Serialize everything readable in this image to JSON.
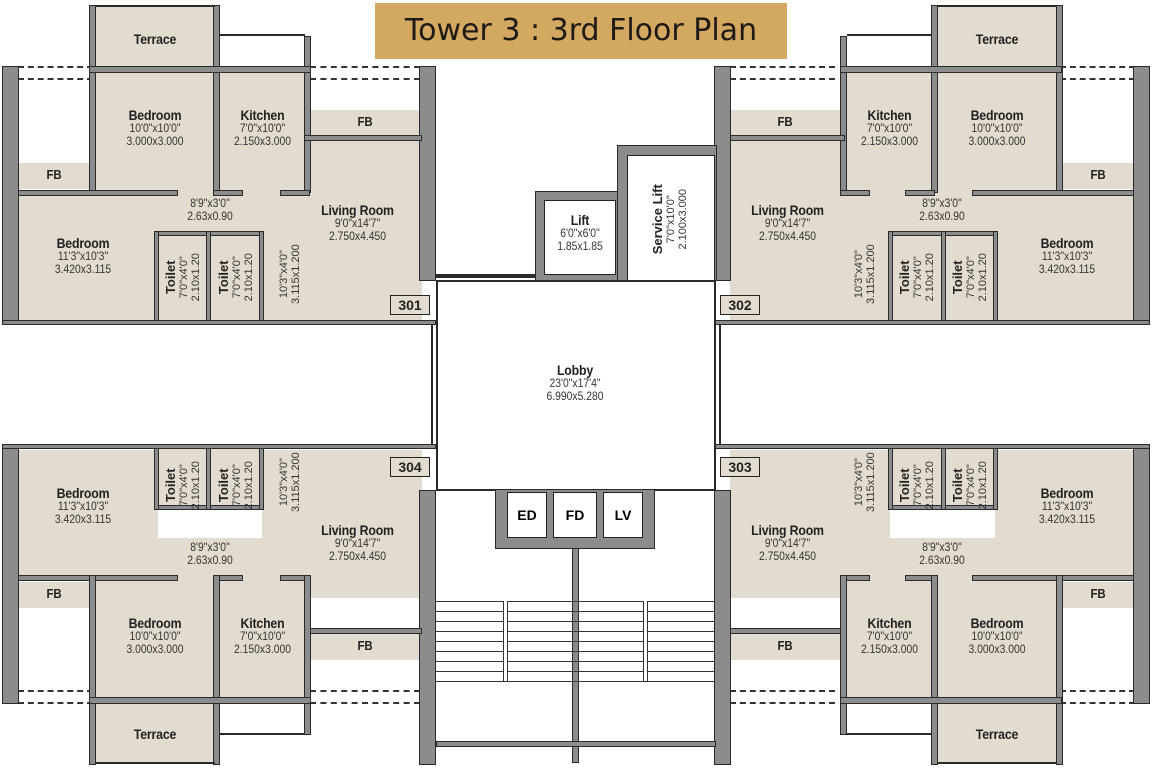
{
  "title": "Tower 3 : 3rd Floor Plan",
  "colors": {
    "title_bg": "#d3a860",
    "room_fill": "#e3dbcd",
    "wall": "#8c8c8c",
    "line": "#2a2a2a"
  },
  "units": {
    "u301": {
      "number": "301",
      "terrace": "Terrace",
      "bedroom1": {
        "name": "Bedroom",
        "imperial": "10'0\"x10'0\"",
        "metric": "3.000x3.000"
      },
      "kitchen": {
        "name": "Kitchen",
        "imperial": "7'0\"x10'0\"",
        "metric": "2.150x3.000"
      },
      "fb1": "FB",
      "fb2": "FB",
      "passage": {
        "imperial": "8'9\"x3'0\"",
        "metric": "2.63x0.90"
      },
      "bedroom2": {
        "name": "Bedroom",
        "imperial": "11'3\"x10'3\"",
        "metric": "3.420x3.115"
      },
      "toilet1": {
        "name": "Toilet",
        "imperial": "7'0\"x4'0\"",
        "metric": "2.10x1.20"
      },
      "toilet2": {
        "name": "Toilet",
        "imperial": "7'0\"x4'0\"",
        "metric": "2.10x1.20"
      },
      "dry": {
        "imperial": "10'3\"x4'0\"",
        "metric": "3.115x1.200"
      },
      "living": {
        "name": "Living Room",
        "imperial": "9'0\"x14'7\"",
        "metric": "2.750x4.450"
      }
    },
    "u302": {
      "number": "302",
      "terrace": "Terrace",
      "bedroom1": {
        "name": "Bedroom",
        "imperial": "10'0\"x10'0\"",
        "metric": "3.000x3.000"
      },
      "kitchen": {
        "name": "Kitchen",
        "imperial": "7'0\"x10'0\"",
        "metric": "2.150x3.000"
      },
      "fb1": "FB",
      "fb2": "FB",
      "passage": {
        "imperial": "8'9\"x3'0\"",
        "metric": "2.63x0.90"
      },
      "bedroom2": {
        "name": "Bedroom",
        "imperial": "11'3\"x10'3\"",
        "metric": "3.420x3.115"
      },
      "toilet1": {
        "name": "Toilet",
        "imperial": "7'0\"x4'0\"",
        "metric": "2.10x1.20"
      },
      "toilet2": {
        "name": "Toilet",
        "imperial": "7'0\"x4'0\"",
        "metric": "2.10x1.20"
      },
      "dry": {
        "imperial": "10'3\"x4'0\"",
        "metric": "3.115x1.200"
      },
      "living": {
        "name": "Living Room",
        "imperial": "9'0\"x14'7\"",
        "metric": "2.750x4.450"
      }
    },
    "u303": {
      "number": "303",
      "terrace": "Terrace",
      "bedroom1": {
        "name": "Bedroom",
        "imperial": "10'0\"x10'0\"",
        "metric": "3.000x3.000"
      },
      "kitchen": {
        "name": "Kitchen",
        "imperial": "7'0\"x10'0\"",
        "metric": "2.150x3.000"
      },
      "fb1": "FB",
      "fb2": "FB",
      "passage": {
        "imperial": "8'9\"x3'0\"",
        "metric": "2.63x0.90"
      },
      "bedroom2": {
        "name": "Bedroom",
        "imperial": "11'3\"x10'3\"",
        "metric": "3.420x3.115"
      },
      "toilet1": {
        "name": "Toilet",
        "imperial": "7'0\"x4'0\"",
        "metric": "2.10x1.20"
      },
      "toilet2": {
        "name": "Toilet",
        "imperial": "7'0\"x4'0\"",
        "metric": "2.10x1.20"
      },
      "dry": {
        "imperial": "10'3\"x4'0\"",
        "metric": "3.115x1.200"
      },
      "living": {
        "name": "Living Room",
        "imperial": "9'0\"x14'7\"",
        "metric": "2.750x4.450"
      }
    },
    "u304": {
      "number": "304",
      "terrace": "Terrace",
      "bedroom1": {
        "name": "Bedroom",
        "imperial": "10'0\"x10'0\"",
        "metric": "3.000x3.000"
      },
      "kitchen": {
        "name": "Kitchen",
        "imperial": "7'0\"x10'0\"",
        "metric": "2.150x3.000"
      },
      "fb1": "FB",
      "fb2": "FB",
      "passage": {
        "imperial": "8'9\"x3'0\"",
        "metric": "2.63x0.90"
      },
      "bedroom2": {
        "name": "Bedroom",
        "imperial": "11'3\"x10'3\"",
        "metric": "3.420x3.115"
      },
      "toilet1": {
        "name": "Toilet",
        "imperial": "7'0\"x4'0\"",
        "metric": "2.10x1.20"
      },
      "toilet2": {
        "name": "Toilet",
        "imperial": "7'0\"x4'0\"",
        "metric": "2.10x1.20"
      },
      "dry": {
        "imperial": "10'3\"x4'0\"",
        "metric": "3.115x1.200"
      },
      "living": {
        "name": "Living Room",
        "imperial": "9'0\"x14'7\"",
        "metric": "2.750x4.450"
      }
    }
  },
  "core": {
    "lift": {
      "name": "Lift",
      "imperial": "6'0\"x6'0\"",
      "metric": "1.85x1.85"
    },
    "service_lift": {
      "name": "Service Lift",
      "imperial": "7'0\"x10'0\"",
      "metric": "2.100x3.000"
    },
    "lobby": {
      "name": "Lobby",
      "imperial": "23'0\"x17'4\"",
      "metric": "6.990x5.280"
    },
    "shafts": [
      "ED",
      "FD",
      "LV"
    ]
  }
}
